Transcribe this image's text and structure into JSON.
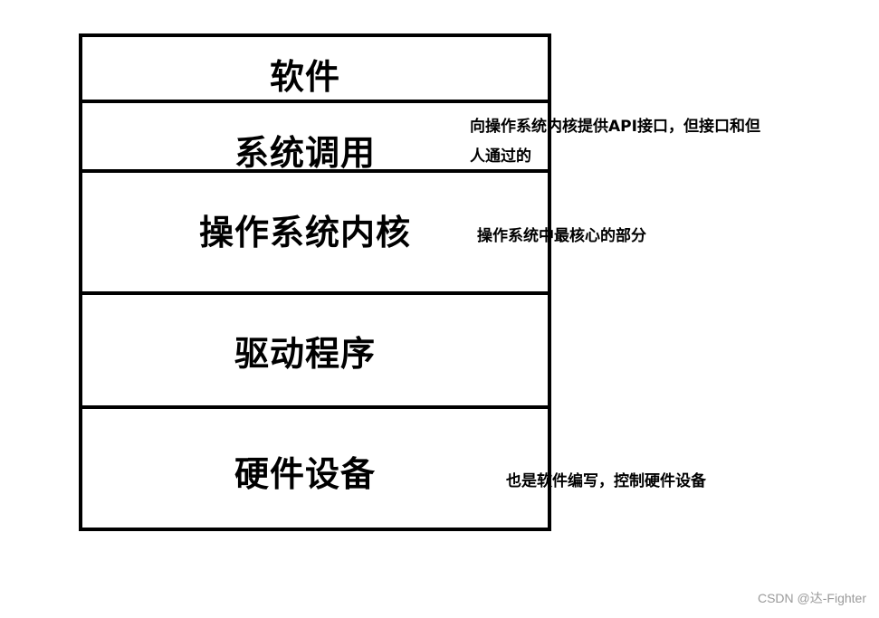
{
  "layers": [
    {
      "label": "软件"
    },
    {
      "label": "系统调用"
    },
    {
      "label": "操作系统内核"
    },
    {
      "label": "驱动程序"
    },
    {
      "label": "硬件设备"
    }
  ],
  "notes": {
    "syscall_line1": "向操作系统内核提供API接口，但接口和但",
    "syscall_line2": "人通过的",
    "kernel": "操作系统中最核心的部分",
    "hardware": "也是软件编写，控制硬件设备"
  },
  "watermark": "CSDN @达-Fighter"
}
